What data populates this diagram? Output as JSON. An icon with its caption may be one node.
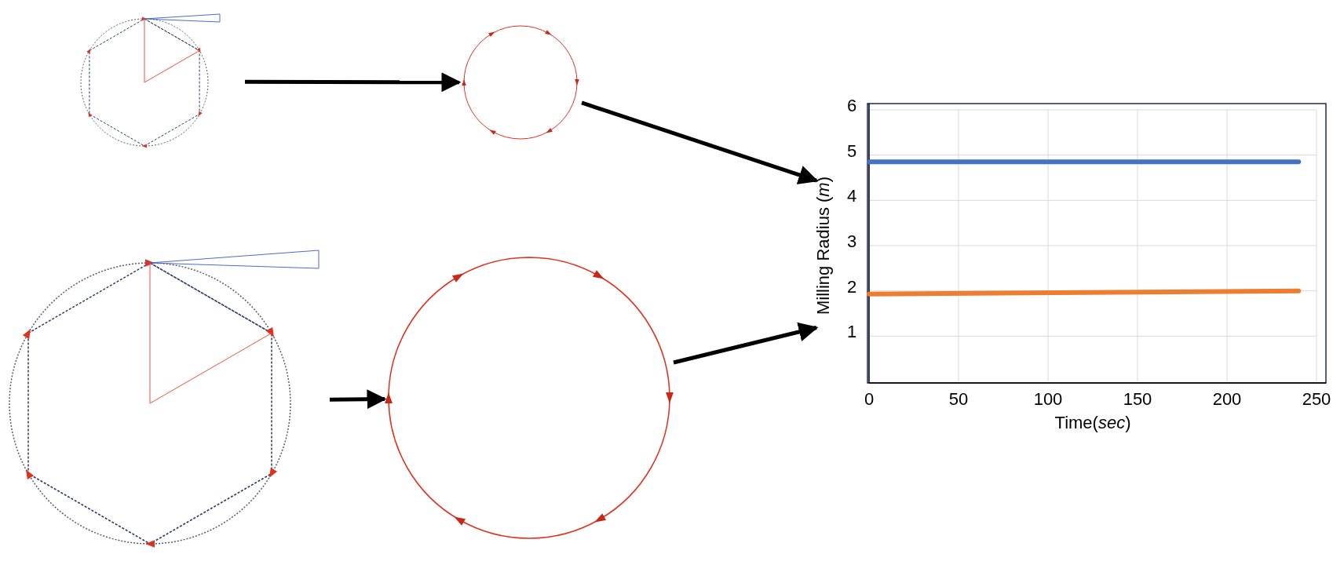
{
  "diagram": {
    "nodes": [
      {
        "text": [],
        "shape": "picture"
      },
      {
        "text": [],
        "shape": "circle"
      },
      {
        "text": [],
        "shape": "picture"
      },
      {
        "text": [],
        "shape": "circle"
      },
      {
        "text": [],
        "shape": "chart"
      }
    ],
    "edges": [
      {
        "from": 0,
        "to": 1,
        "arrow": "to"
      },
      {
        "from": 2,
        "to": 3,
        "arrow": "to"
      },
      {
        "from": 1,
        "to": 4,
        "arrow": "to"
      },
      {
        "from": 3,
        "to": 4,
        "arrow": "to"
      }
    ],
    "chart_data": {
      "type": "line",
      "xlabel": "Time(*sec*)",
      "ylabel": "Milling Radius (*m*)",
      "x": [
        0,
        240
      ],
      "series": [
        {
          "color": "#4472c4",
          "values": [
            4.85,
            4.85
          ]
        },
        {
          "color": "#ed7d31",
          "values": [
            1.93,
            2.0
          ]
        }
      ],
      "grid": true,
      "xlim": [
        0,
        250
      ],
      "ylim": [
        0,
        6
      ],
      "xticks": [
        0,
        50,
        100,
        150,
        200,
        250
      ],
      "yticks": [
        1,
        2,
        3,
        4,
        5,
        6
      ]
    }
  }
}
